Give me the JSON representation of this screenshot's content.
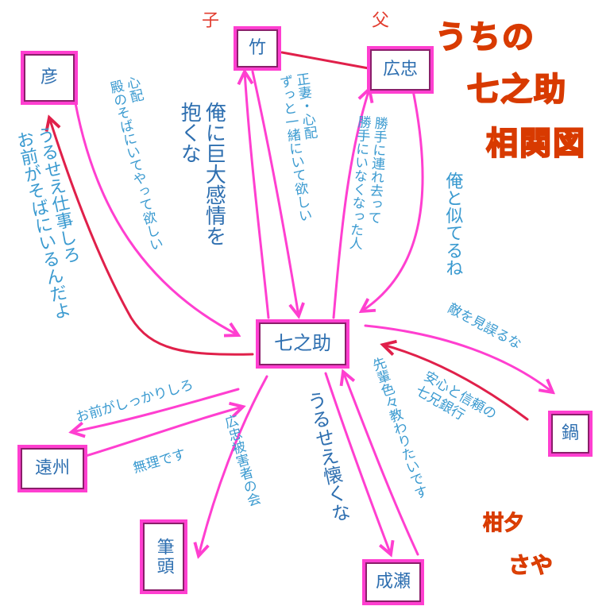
{
  "title": [
    "うちの",
    "七之助",
    "相関図"
  ],
  "signature": [
    "柑夕",
    "さや"
  ],
  "colors": {
    "box_border": "#ff3fd0",
    "arrow_pink": "#ff3fd0",
    "arrow_red": "#e0204a",
    "text_blue": "#3a9ad0",
    "title_orange": "#ff6a1a",
    "relation_red": "#e23c2e"
  },
  "nodes": {
    "center": "七之助",
    "hiko": "彦",
    "take": "竹",
    "hirotada": "広忠",
    "nabe": "鍋",
    "enshu": "遠州",
    "hitto": "筆頭",
    "naruse": "成瀬"
  },
  "relations": {
    "child": "子",
    "father": "父"
  },
  "labels": {
    "hiko_to_center": "心配\n殿のそばにいてやって欲しい",
    "center_to_hiko": "うるせえ仕事しろ\nお前がそばにいるんだよ",
    "center_to_take": "俺に巨大感情を\n抱くな",
    "take_to_center": "正妻・心配\nずっと一緒にいて欲しい",
    "hirotada_to_center": "勝手に連れ去って\n勝手にいなくなった人",
    "center_to_hirotada": "俺と似てるね",
    "center_to_nabe": "敵を見誤るな",
    "nabe_to_center": "安心と信頼の\n七兄銀行",
    "center_to_enshu": "お前がしっかりしろ",
    "enshu_to_center": "無理です",
    "center_to_hitto": "広忠被害者の会",
    "center_to_naruse": "うるせえ懐くな",
    "naruse_to_center": "先輩色々教わりたいです"
  }
}
